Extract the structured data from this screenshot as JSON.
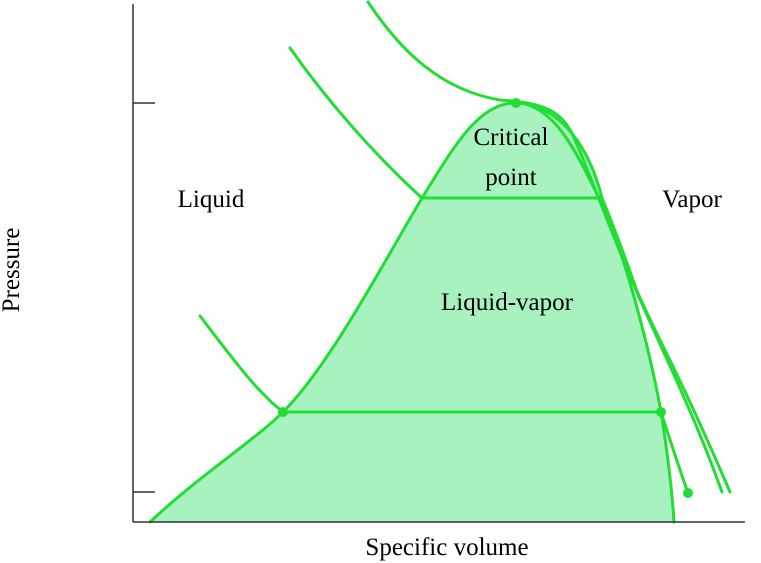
{
  "labels": {
    "liquid": "Liquid",
    "vapor": "Vapor",
    "liquid_vapor": "Liquid-vapor",
    "critical_line1": "Critical",
    "critical_line2": "point",
    "x_axis": "Specific volume",
    "y_axis": "Pressure"
  },
  "colors": {
    "curve": "#22dd33",
    "fill": "#a8f2c0",
    "axis": "#333333",
    "text": "#000000"
  }
}
